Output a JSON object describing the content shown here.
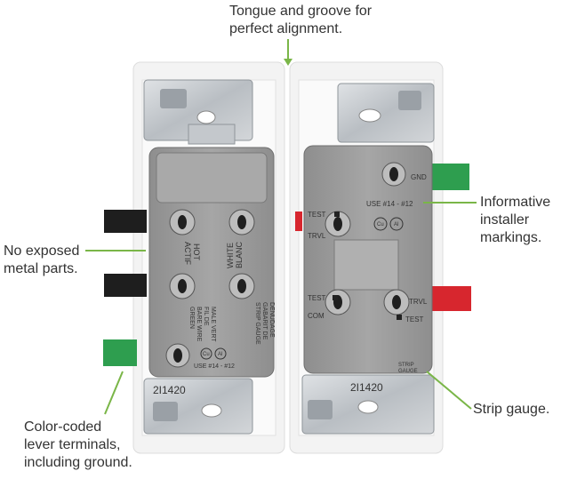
{
  "callouts": {
    "tongue_groove": {
      "lines": [
        "Tongue and groove for",
        "perfect alignment."
      ]
    },
    "no_exposed": {
      "lines": [
        "No exposed",
        "metal parts."
      ]
    },
    "informative": {
      "lines": [
        "Informative",
        "installer",
        "markings."
      ]
    },
    "strip_gauge": {
      "lines": [
        "Strip gauge."
      ]
    },
    "color_coded": {
      "lines": [
        "Color-coded",
        "lever terminals,",
        "including ground."
      ]
    }
  },
  "device_markings": {
    "left": {
      "hot": "HOT",
      "actif": "ACTIF",
      "white": "WHITE",
      "blanc": "BLANC",
      "green_wire": [
        "GREEN",
        "BARE WIRE",
        "FIL DE",
        "MALE VERT"
      ],
      "strip_gauge": [
        "STRIP GAUGE",
        "GABARIT DE",
        "DENUDAGE"
      ],
      "cu": "Cu",
      "al": "Al",
      "use": "USE #14 - #12",
      "code": "2I1420"
    },
    "right": {
      "gnd": "GND",
      "use": "USE #14 - #12",
      "cu": "Cu",
      "al": "Al",
      "test_top": "TEST",
      "trvl_top": "TRVL",
      "test_mid": "TEST",
      "com": "COM",
      "trvl_right": "TRVL",
      "test_right": "TEST",
      "strip": [
        "STRIP",
        "GAUGE"
      ],
      "code": "2I1420"
    }
  },
  "colors": {
    "callout_line": "#7ab648",
    "black_lever": "#1e1e1e",
    "green_lever": "#2e9e4f",
    "red_lever": "#d7262e",
    "body_gray": "#9a9a9a",
    "strap_metal": "#c8ccd0",
    "frame_white": "#f1f1f1"
  }
}
